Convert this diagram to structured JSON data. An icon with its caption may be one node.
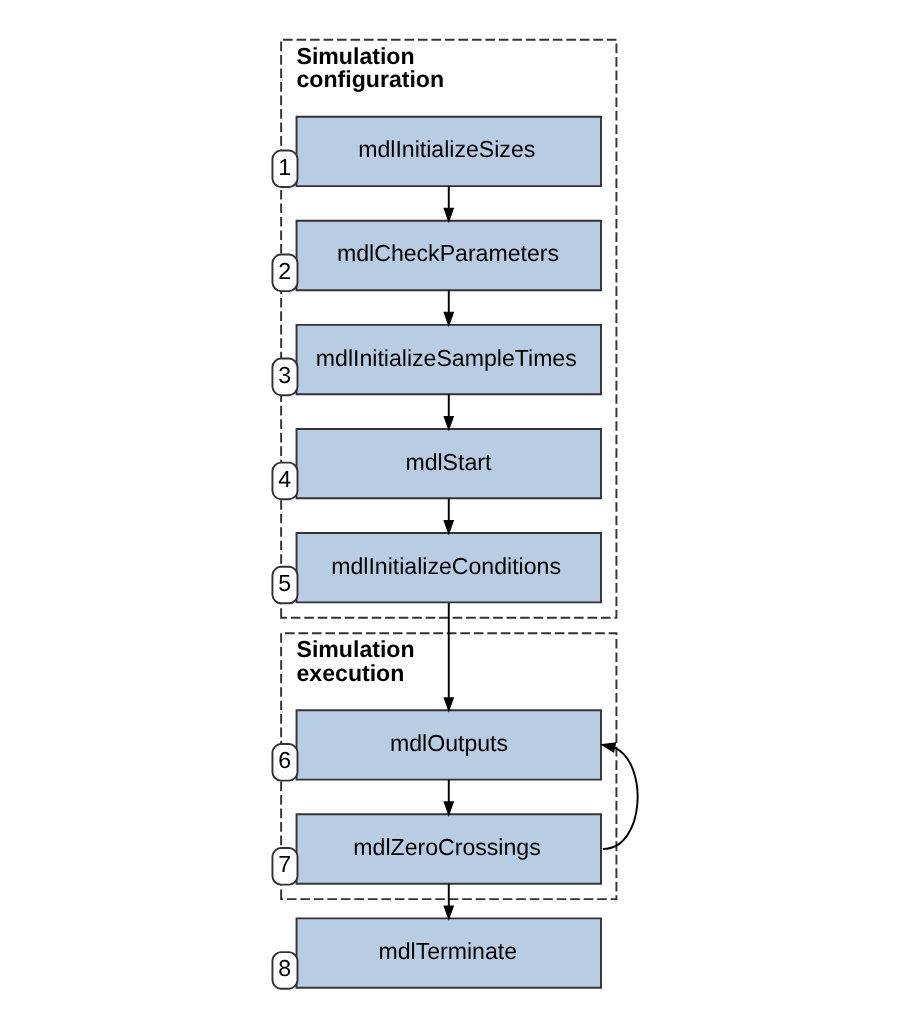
{
  "diagram": {
    "nodes": [
      {
        "text": [
          "Simulation configuration"
        ]
      },
      {
        "text": [
          "mdlInitializeSizes"
        ],
        "in": 0,
        "beside": [
          "1"
        ]
      },
      {
        "text": [
          "mdlCheckParameters"
        ],
        "in": 0,
        "beside": [
          "2"
        ]
      },
      {
        "text": [
          "mdlInitializeSampleTimes"
        ],
        "in": 0,
        "beside": [
          "3"
        ]
      },
      {
        "text": [
          "mdlStart"
        ],
        "in": 0,
        "beside": [
          "4"
        ]
      },
      {
        "text": [
          "mdlInitializeConditions"
        ],
        "in": 0,
        "beside": [
          "5"
        ]
      },
      {
        "text": [
          "Simulation execution"
        ]
      },
      {
        "text": [
          "mdlOutputs"
        ],
        "in": 6,
        "beside": [
          "6"
        ]
      },
      {
        "text": [
          "mdlZeroCrossings"
        ],
        "in": 6,
        "beside": [
          "7"
        ]
      },
      {
        "text": [
          "mdlTerminate"
        ],
        "beside": [
          "8"
        ]
      }
    ],
    "edges": [
      {
        "from": 1,
        "to": 2,
        "arrow": "to"
      },
      {
        "from": 2,
        "to": 3,
        "arrow": "to"
      },
      {
        "from": 3,
        "to": 4,
        "arrow": "to"
      },
      {
        "from": 4,
        "to": 5,
        "arrow": "to"
      },
      {
        "from": 5,
        "to": 7,
        "arrow": "to"
      },
      {
        "from": 7,
        "to": 8,
        "arrow": "to"
      },
      {
        "from": 8,
        "to": 7,
        "arrow": "to"
      },
      {
        "from": 8,
        "to": 9,
        "arrow": "to"
      }
    ]
  }
}
